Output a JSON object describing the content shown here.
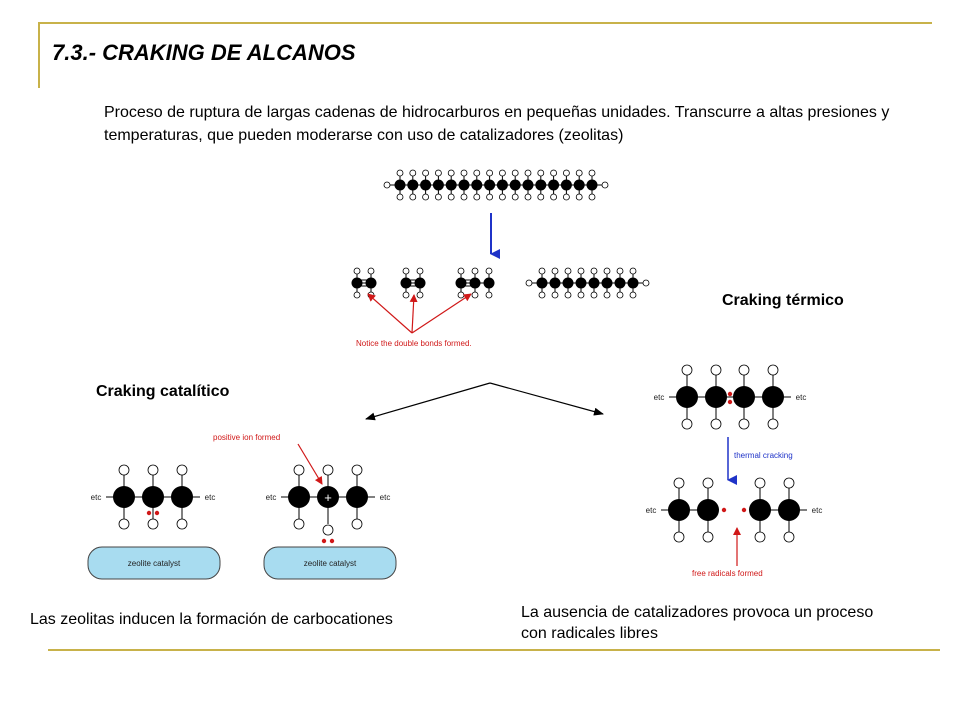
{
  "title": "7.3.-  CRAKING DE ALCANOS",
  "intro": "Proceso de ruptura de largas cadenas de hidrocarburos en pequeñas unidades. Transcurre a altas presiones y temperaturas, que pueden moderarse con uso de catalizadores (zeolitas)",
  "labels": {
    "thermal_heading": "Craking térmico",
    "catalytic_heading": "Craking catalítico",
    "notice": "Notice the double bonds formed.",
    "positive_ion": "positive ion formed",
    "zeolite": "zeolite catalyst",
    "etc": "etc",
    "plus": "+",
    "thermal_cracking": "thermal cracking",
    "free_radicals": "free radicals formed",
    "catalytic_caption": "Las zeolitas inducen la formación de carbocationes",
    "thermal_caption": "La ausencia de catalizadores provoca un proceso con radicales libres"
  },
  "colors": {
    "rule": "#c8b24a",
    "arrow_blue": "#1f33c8",
    "annotation_red": "#d01818",
    "catalyst_fill": "#a8dcf0"
  }
}
